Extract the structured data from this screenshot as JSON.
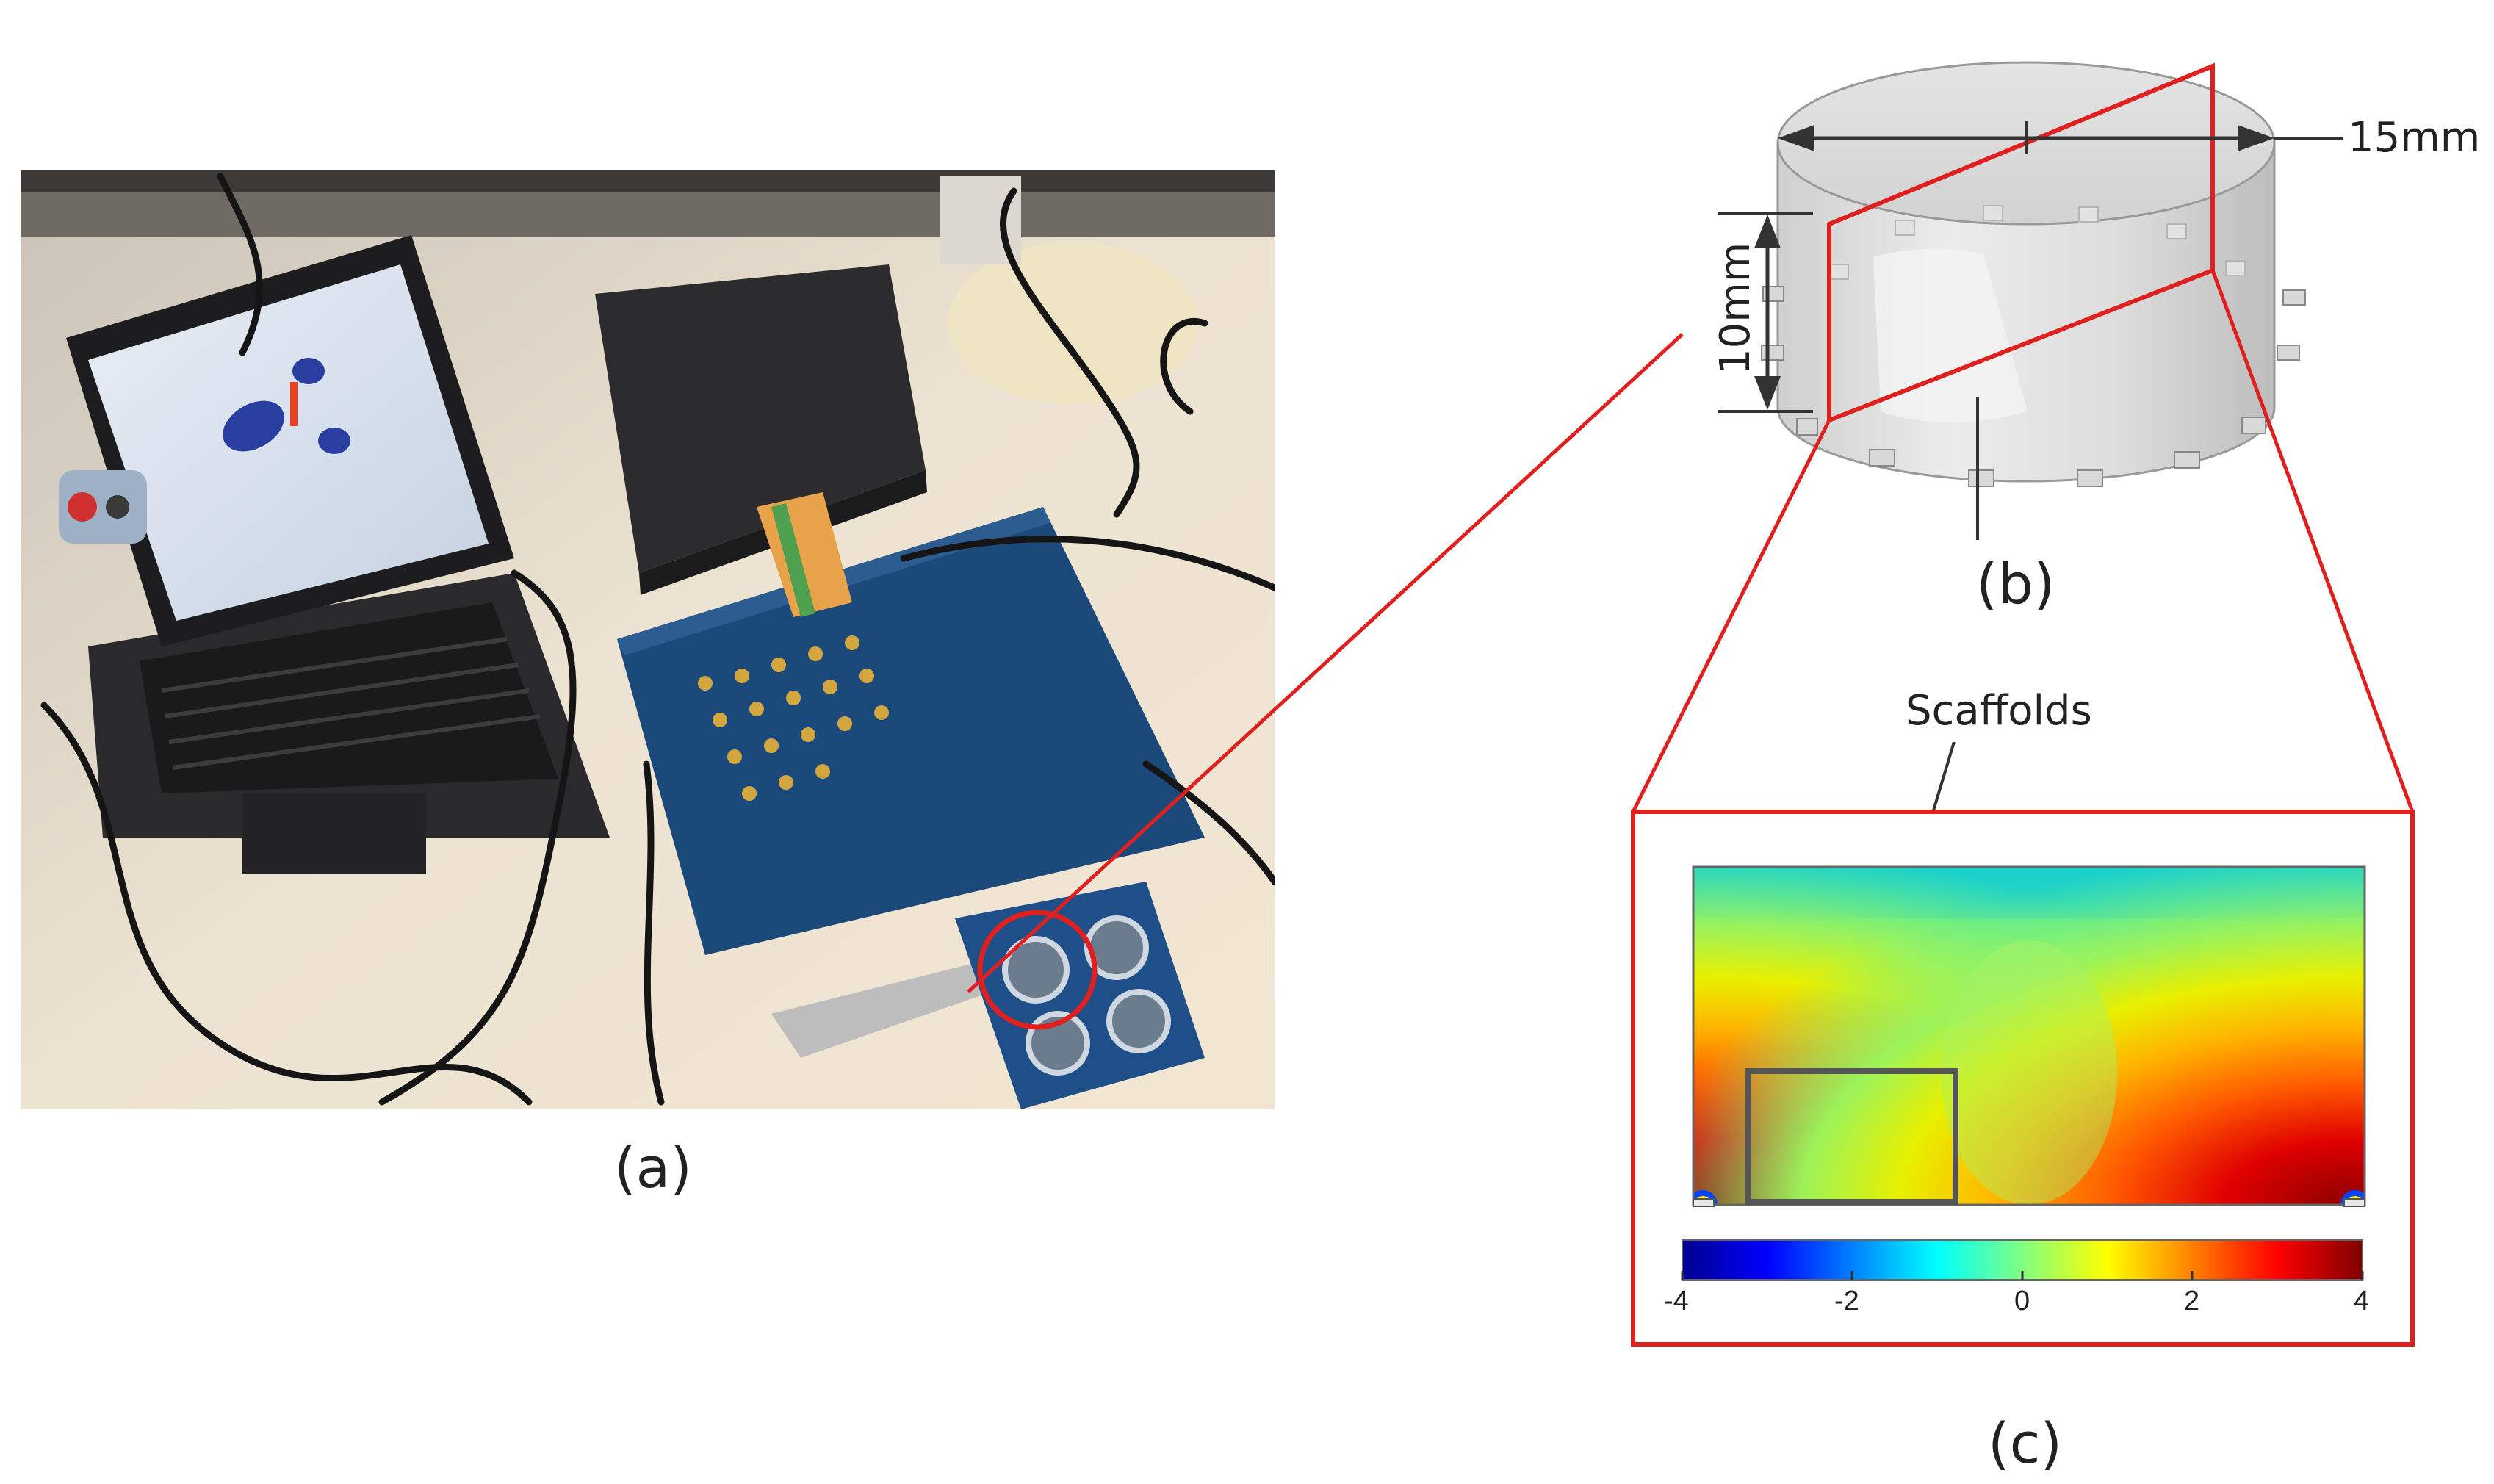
{
  "panels": {
    "a": "(a)",
    "b": "(b)",
    "c": "(c)"
  },
  "dimensions": {
    "diameter": "15mm",
    "height": "10mm"
  },
  "annotation": {
    "scaffolds": "Scaffolds"
  },
  "colorbar": {
    "ticks": [
      "-4",
      "-2",
      "0",
      "2",
      "4"
    ],
    "range": [
      -4,
      4
    ]
  },
  "colors": {
    "highlight": "#e0201e",
    "cylinder": "#d9d9d9",
    "outline": "#444444"
  }
}
